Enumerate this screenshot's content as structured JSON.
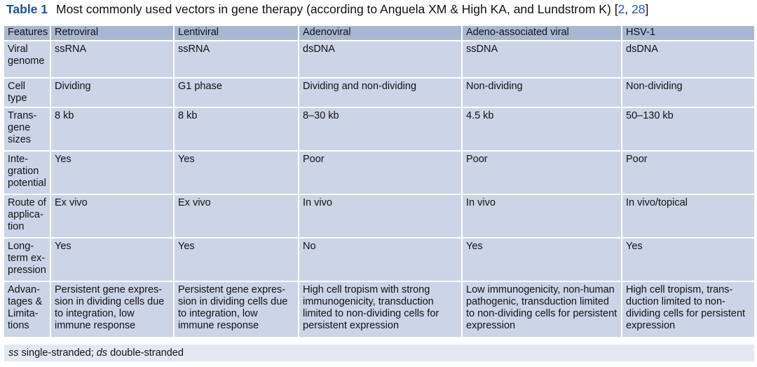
{
  "caption": {
    "label": "Table 1",
    "text": "Most commonly used vectors in gene therapy (according to Anguela XM & High KA, and Lundstrom K)",
    "refs_open": "[",
    "ref1": "2",
    "sep": ", ",
    "ref2": "28",
    "refs_close": "]"
  },
  "table": {
    "headers": [
      "Features",
      "Retroviral",
      "Lentiviral",
      "Adenoviral",
      "Adeno-associated viral",
      "HSV-1"
    ],
    "rows": [
      [
        "Viral genome",
        "ssRNA",
        "ssRNA",
        "dsDNA",
        "ssDNA",
        "dsDNA"
      ],
      [
        "Cell type",
        "Dividing",
        "G1 phase",
        "Dividing and non-dividing",
        "Non-dividing",
        "Non-dividing"
      ],
      [
        "Trans-gene sizes",
        "8 kb",
        "8 kb",
        "8–30 kb",
        "4.5 kb",
        "50–130 kb"
      ],
      [
        "Inte-gration potential",
        "Yes",
        "Yes",
        "Poor",
        "Poor",
        "Poor"
      ],
      [
        "Route of applica-tion",
        "Ex vivo",
        "Ex vivo",
        "In vivo",
        "In vivo",
        "In vivo/topical"
      ],
      [
        "Long-term ex-pression",
        "Yes",
        "Yes",
        "No",
        "Yes",
        "Yes"
      ],
      [
        "Advan-tages & Limita-tions",
        "Persistent gene expres-sion in dividing cells due to integration, low immune response",
        "Persistent gene expres-sion in dividing cells due to integration, low immune response",
        "High cell tropism with strong immunogenicity, transduction limited to non-dividing cells for persistent expression",
        "Low immunogenicity, non-human pathogenic, transduction limited to non-dividing cells for persistent expression",
        "High cell tropism, trans-duction limited to non-dividing cells for persistent expression"
      ]
    ]
  },
  "footnote": {
    "ss_abbr": "ss",
    "ss_text": " single-stranded; ",
    "ds_abbr": "ds",
    "ds_text": " double-stranded"
  }
}
